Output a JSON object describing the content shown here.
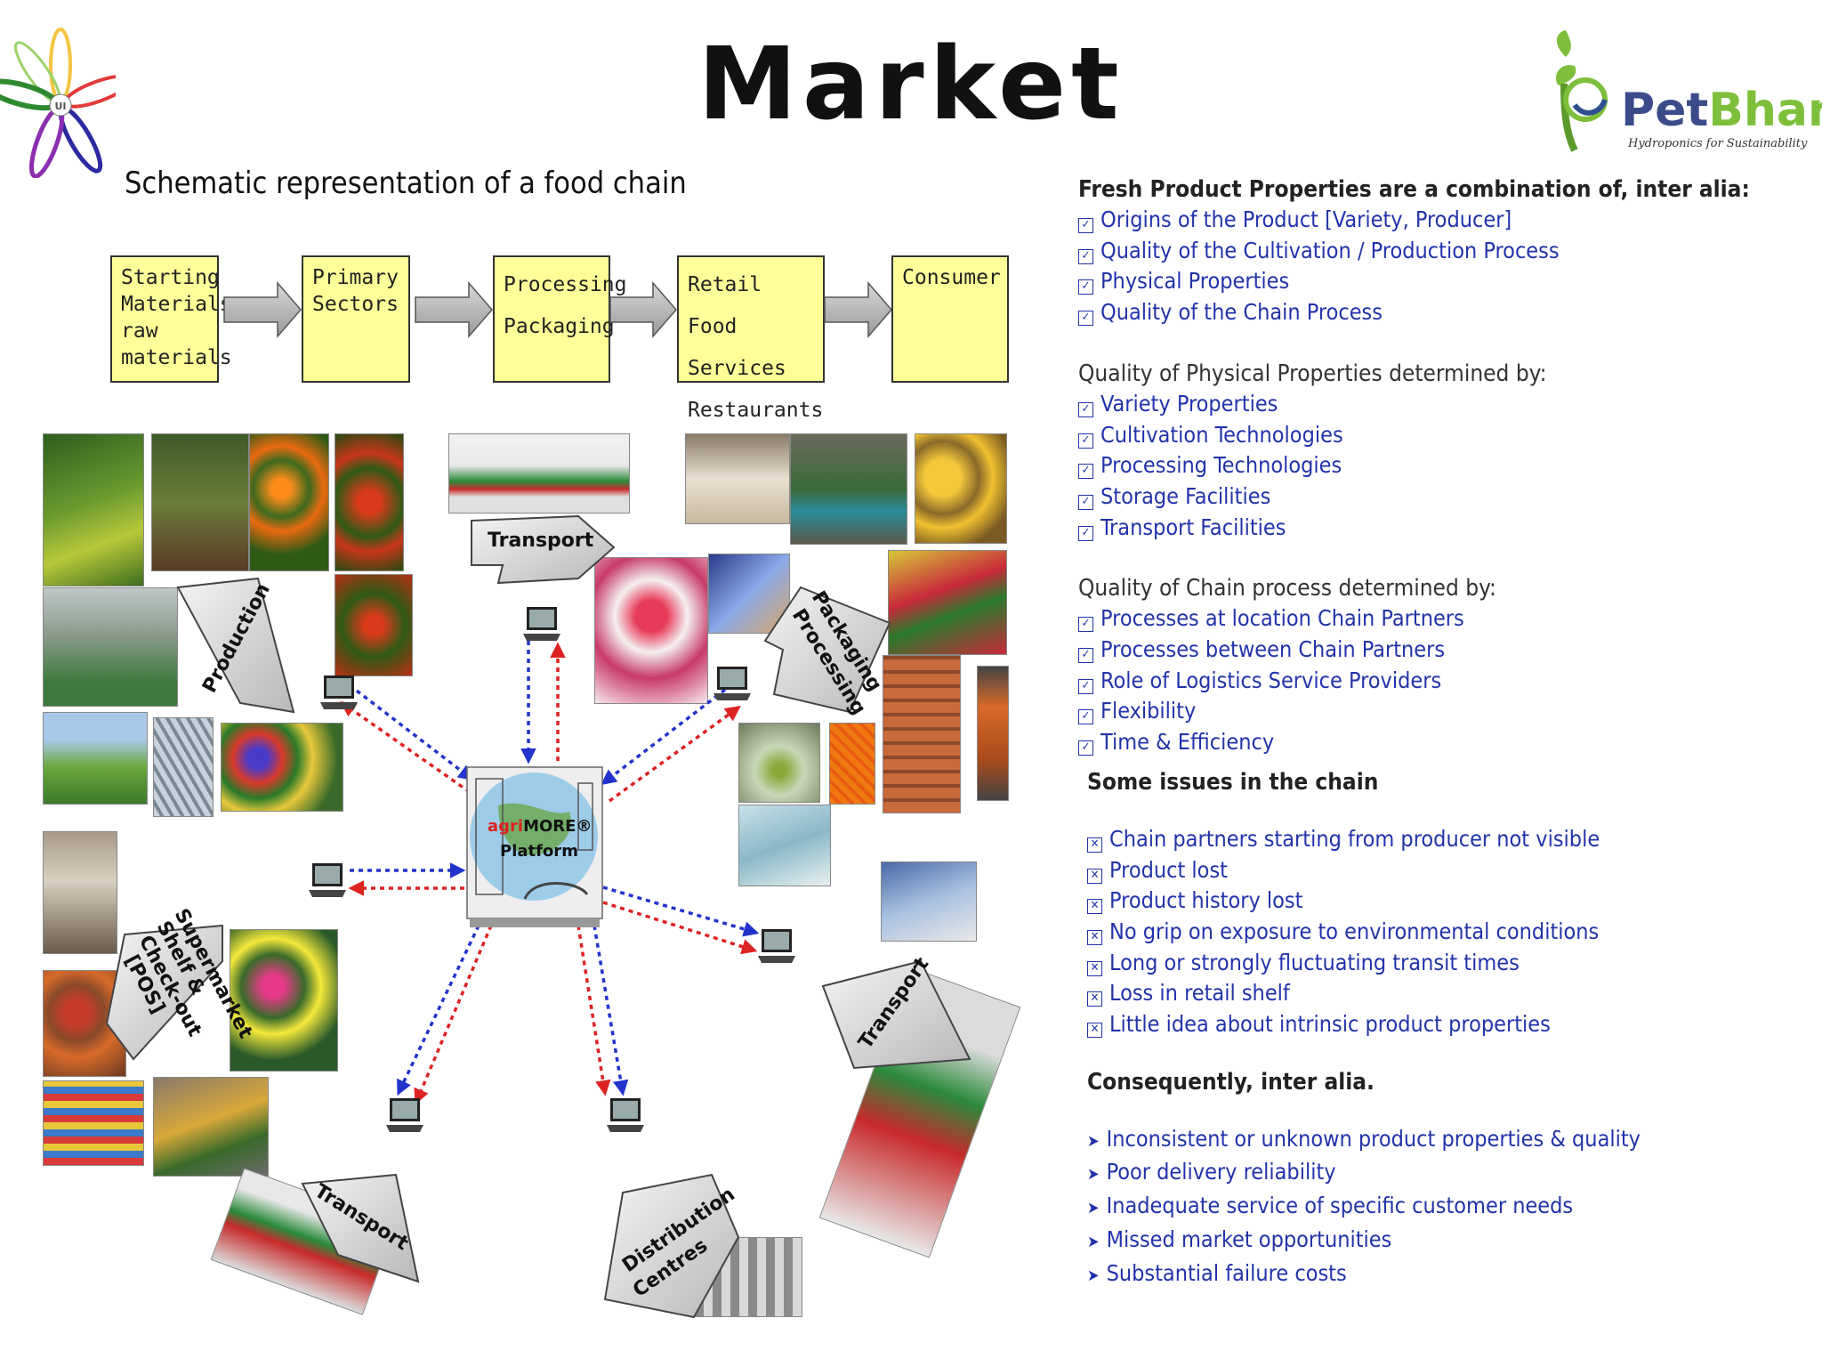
{
  "title": "Market",
  "subtitle": "Schematic representation of a food chain",
  "logos": {
    "left": {
      "icon": "flower-logo-icon",
      "text": "UI"
    },
    "right": {
      "icon": "petbharo-logo-icon",
      "name_part1": "Pet",
      "name_part2": "Bharo",
      "tagline": "Hydroponics for Sustainability"
    }
  },
  "flow_boxes": [
    {
      "lines": [
        "Starting",
        "Materials",
        "raw",
        "materials"
      ]
    },
    {
      "lines": [
        "Primary",
        "Sectors"
      ]
    },
    {
      "lines": [
        "Processing",
        "",
        "Packaging"
      ]
    },
    {
      "lines": [
        "Retail",
        "Food Services",
        "Restaurants"
      ]
    },
    {
      "lines": [
        "Consumer"
      ]
    }
  ],
  "platform": {
    "label_prefix": "agri",
    "label_main": "MORE®",
    "label_line2": "Platform"
  },
  "stages": {
    "production": "Production",
    "transport_top": "Transport",
    "packaging": "Packaging",
    "processing": "Processing",
    "supermarket_line1": "Supermarket",
    "supermarket_line2": "Shelf &",
    "supermarket_line3": "Check-out",
    "supermarket_line4": "[POS]",
    "transport_bottom": "Transport",
    "distribution_line1": "Distribution",
    "distribution_line2": "Centres",
    "transport_right": "Transport"
  },
  "colors": {
    "flow_box_fill": "#ffff99",
    "link_blue": "#2233cc",
    "link_red": "#dd2222",
    "list_text": "#2233aa"
  },
  "right_panel": {
    "fresh_heading": "Fresh Product Properties are a combination of, inter alia:",
    "fresh_items": [
      "Origins of the Product [Variety, Producer]",
      "Quality of the Cultivation / Production Process",
      "Physical Properties",
      "Quality of the Chain Process"
    ],
    "physical_heading": "Quality of Physical Properties determined by:",
    "physical_items": [
      "Variety Properties",
      "Cultivation Technologies",
      "Processing Technologies",
      "Storage Facilities",
      "Transport Facilities"
    ],
    "chain_heading": "Quality of Chain process determined by:",
    "chain_items": [
      "Processes at location Chain Partners",
      "Processes between Chain Partners",
      "Role of Logistics Service Providers",
      "Flexibility",
      "Time & Efficiency"
    ],
    "issues_heading": "Some issues in the chain",
    "issues_items": [
      "Chain partners starting from producer not visible",
      "Product lost",
      "Product history lost",
      "No grip on exposure to environmental conditions",
      "Long or strongly fluctuating transit times",
      "Loss in retail shelf",
      "Little idea about intrinsic product properties"
    ],
    "consequently_heading": "Consequently, inter alia.",
    "consequently_items": [
      "Inconsistent or unknown product properties & quality",
      "Poor delivery reliability",
      "Inadequate service of specific customer needs",
      "Missed market opportunities",
      "Substantial failure costs"
    ]
  }
}
